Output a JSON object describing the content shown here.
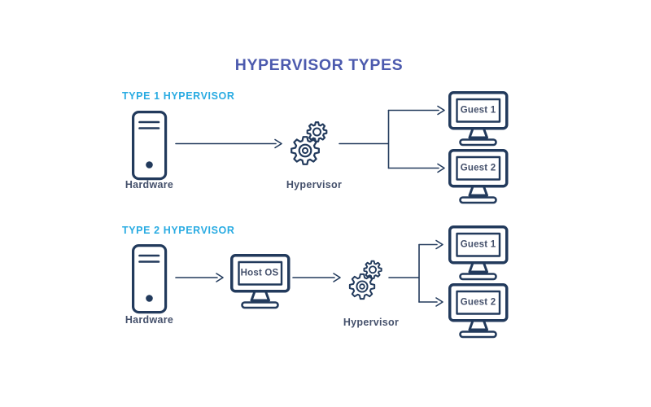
{
  "title": "HYPERVISOR TYPES",
  "colors": {
    "title_text": "#4c5aae",
    "section_heading": "#29abe2",
    "line_art": "#223a5c",
    "label_text": "#44506b",
    "background": "#ffffff"
  },
  "icons": {
    "hardware": "tower-server-icon",
    "hypervisor": "gears-icon",
    "host_os": "monitor-icon",
    "guest": "monitor-icon"
  },
  "type1": {
    "heading": "TYPE 1 HYPERVISOR",
    "hardware_label": "Hardware",
    "hypervisor_label": "Hypervisor",
    "guests": [
      "Guest 1",
      "Guest 2"
    ]
  },
  "type2": {
    "heading": "TYPE 2 HYPERVISOR",
    "hardware_label": "Hardware",
    "host_os_label": "Host OS",
    "hypervisor_label": "Hypervisor",
    "guests": [
      "Guest 1",
      "Guest 2"
    ]
  }
}
